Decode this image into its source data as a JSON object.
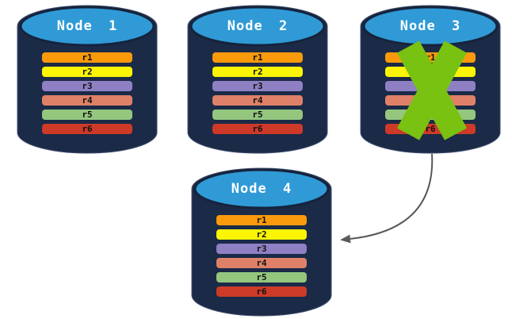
{
  "diagram": {
    "nodes": [
      {
        "label": "Node 1",
        "status": "active"
      },
      {
        "label": "Node 2",
        "status": "active"
      },
      {
        "label": "Node 3",
        "status": "failed"
      },
      {
        "label": "Node 4",
        "status": "active"
      }
    ],
    "replicas": [
      {
        "label": "r1",
        "color": "#FA9A0B"
      },
      {
        "label": "r2",
        "color": "#FCF405"
      },
      {
        "label": "r3",
        "color": "#8E80C3"
      },
      {
        "label": "r4",
        "color": "#DF8168"
      },
      {
        "label": "r5",
        "color": "#94C67E"
      },
      {
        "label": "r6",
        "color": "#CE3A28"
      }
    ],
    "arrow": {
      "from": "Node 3",
      "to": "Node 4"
    },
    "colors": {
      "cylinder_body": "#1B2A47",
      "cylinder_top": "#2F9AD6",
      "cylinder_rim": "#16233C",
      "failure_x": "#79C212",
      "arrow": "#595959",
      "background": "#FFFFFF"
    }
  }
}
